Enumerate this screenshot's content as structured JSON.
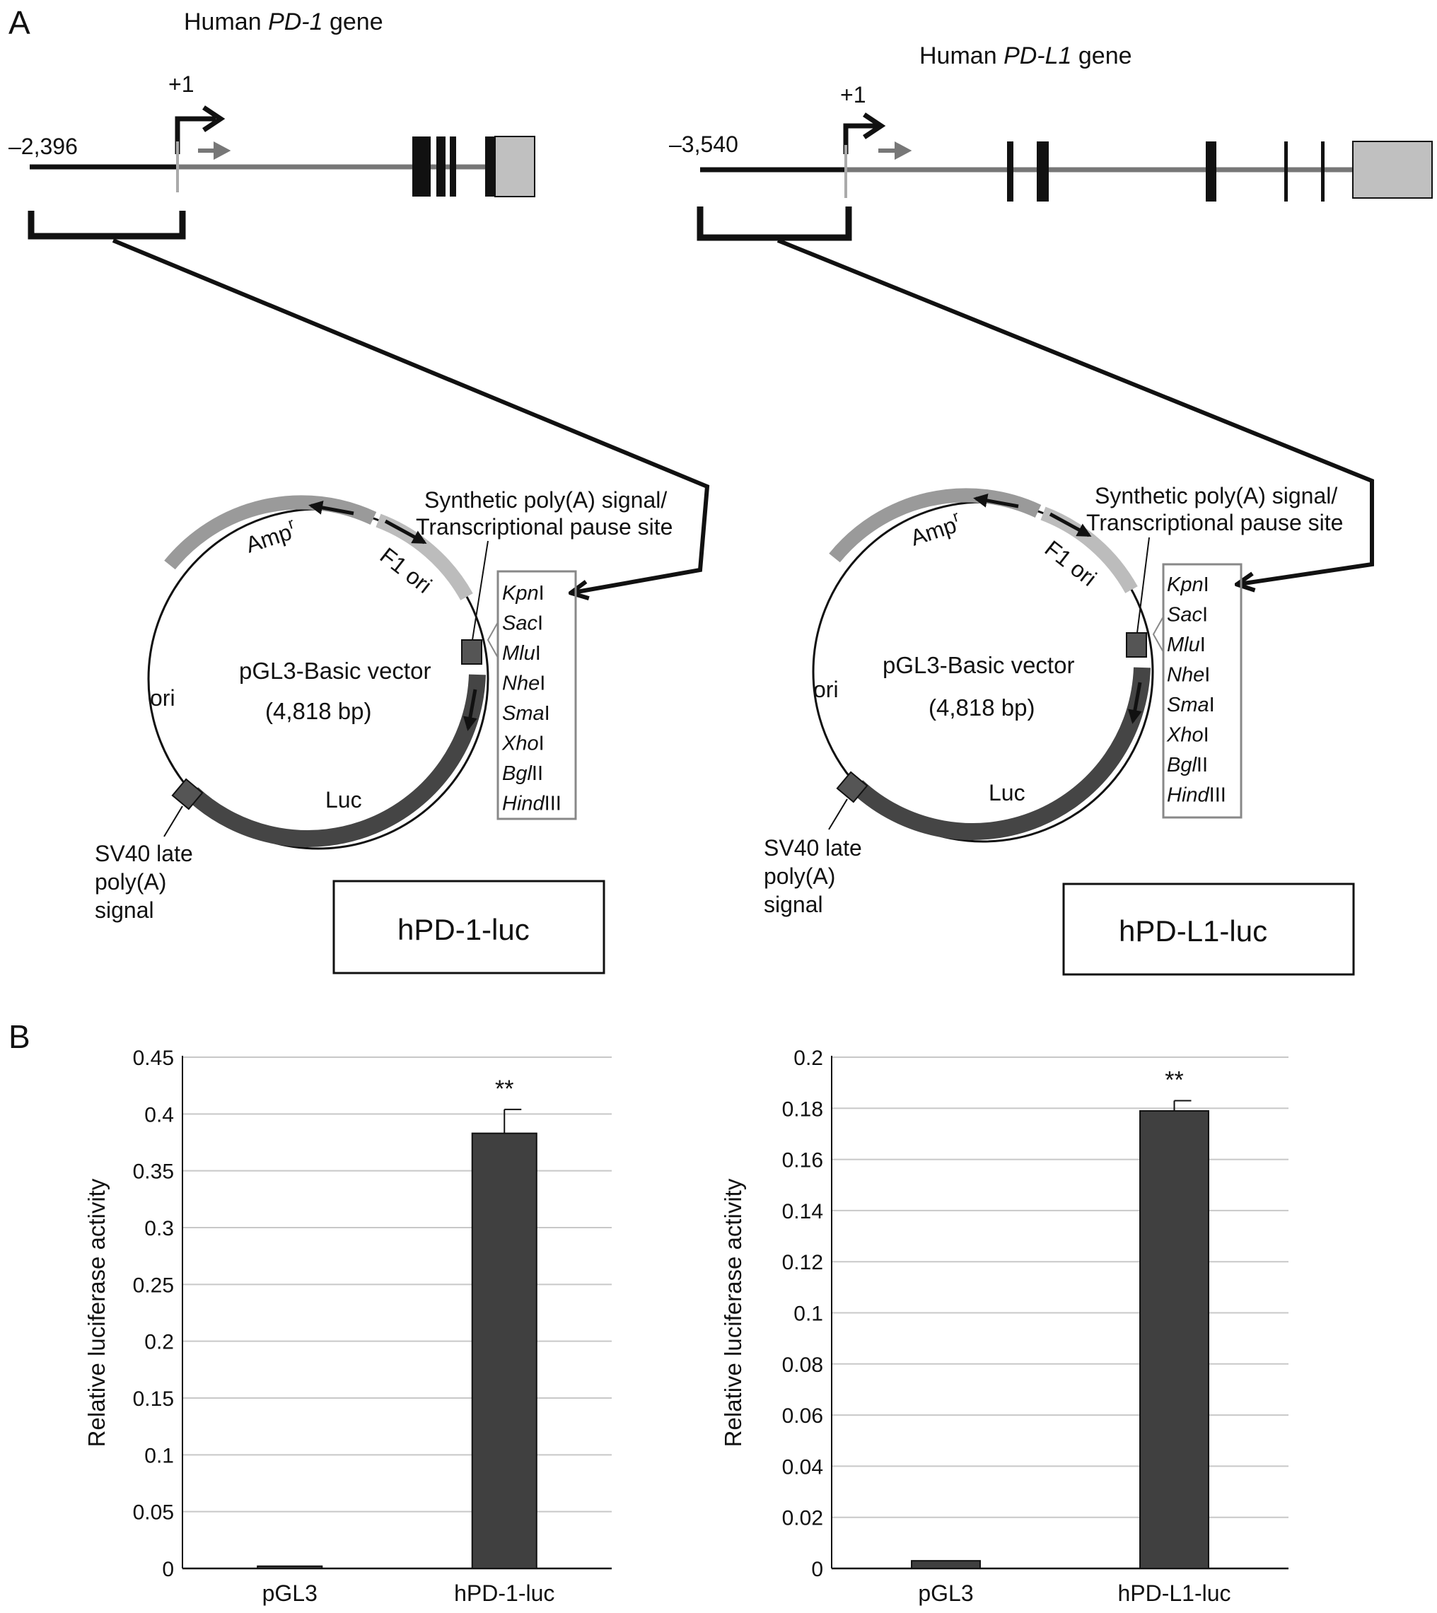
{
  "figure": {
    "panel_a_letter": "A",
    "panel_b_letter": "B",
    "genes": [
      {
        "title_prefix": "Human ",
        "title_gene": "PD-1",
        "title_suffix": " gene",
        "start_label": "–2,396",
        "tss_label": "+1"
      },
      {
        "title_prefix": "Human ",
        "title_gene": "PD-L1",
        "title_suffix": " gene",
        "start_label": "–3,540",
        "tss_label": "+1"
      }
    ],
    "vector": {
      "poly_a_line1": "Synthetic poly(A) signal/",
      "poly_a_line2": "Transcriptional pause site",
      "amp": "Amp",
      "amp_sup": "r",
      "f1_ori": "F1 ori",
      "ori": "ori",
      "name": "pGL3-Basic vector",
      "size": "(4,818 bp)",
      "luc": "Luc",
      "sv40_line1": "SV40 late",
      "sv40_line2": "poly(A)",
      "sv40_line3": "signal"
    },
    "sites": [
      {
        "italic": "Kpn",
        "plain": "I"
      },
      {
        "italic": "Sac",
        "plain": "I"
      },
      {
        "italic": "Mlu",
        "plain": "I"
      },
      {
        "italic": "Nhe",
        "plain": "I"
      },
      {
        "italic": "Sma",
        "plain": "I"
      },
      {
        "italic": "Xho",
        "plain": "I"
      },
      {
        "italic": "Bgl",
        "plain": "II"
      },
      {
        "italic": "Hind",
        "plain": "III"
      }
    ],
    "constructs": [
      "hPD-1-luc",
      "hPD-L1-luc"
    ],
    "colors": {
      "bar": "#404040",
      "amp_segment": "#9a9a9a",
      "f1_segment": "#bcbcbc",
      "luc_segment": "#454545",
      "utr_box": "#c0c0c0",
      "grid": "#c8c8c8"
    }
  },
  "chart_data": [
    {
      "type": "bar",
      "categories": [
        "pGL3",
        "hPD-1-luc"
      ],
      "values": [
        0.002,
        0.383
      ],
      "errors": [
        0.0,
        0.021
      ],
      "significance": [
        "",
        "**"
      ],
      "ylabel": "Relative luciferase activity",
      "ylim": [
        0,
        0.45
      ],
      "yticks": [
        0,
        0.05,
        0.1,
        0.15,
        0.2,
        0.25,
        0.3,
        0.35,
        0.4,
        0.45
      ],
      "ytick_labels": [
        "0",
        "0.05",
        "0.1",
        "0.15",
        "0.2",
        "0.25",
        "0.3",
        "0.35",
        "0.4",
        "0.45"
      ],
      "grid": true
    },
    {
      "type": "bar",
      "categories": [
        "pGL3",
        "hPD-L1-luc"
      ],
      "values": [
        0.003,
        0.179
      ],
      "errors": [
        0.0,
        0.004
      ],
      "significance": [
        "",
        "**"
      ],
      "ylabel": "Relative luciferase activity",
      "ylim": [
        0,
        0.2
      ],
      "yticks": [
        0,
        0.02,
        0.04,
        0.06,
        0.08,
        0.1,
        0.12,
        0.14,
        0.16,
        0.18,
        0.2
      ],
      "ytick_labels": [
        "0",
        "0.02",
        "0.04",
        "0.06",
        "0.08",
        "0.1",
        "0.12",
        "0.14",
        "0.16",
        "0.18",
        "0.2"
      ],
      "grid": true
    }
  ]
}
